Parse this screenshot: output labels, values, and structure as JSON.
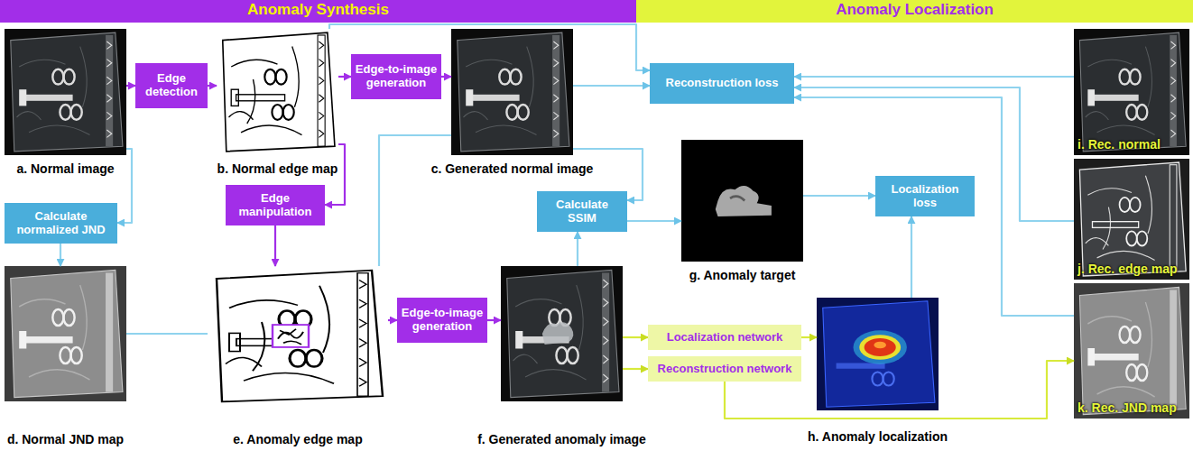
{
  "diagram": {
    "nodes": [
      {
        "text": [
          "Anomaly Synthesis"
        ]
      },
      {
        "text": [
          "Anomaly Localization"
        ]
      },
      {
        "text": [
          "a. Normal image"
        ]
      },
      {
        "text": [
          "Edge detection"
        ]
      },
      {
        "text": [
          "b. Normal edge map"
        ]
      },
      {
        "text": [
          "Edge-to-image generation"
        ]
      },
      {
        "text": [
          "c. Generated normal image"
        ]
      },
      {
        "text": [
          "Reconstruction loss"
        ]
      },
      {
        "text": [
          "i. Rec. normal"
        ]
      },
      {
        "text": [
          "Calculate normalized JND"
        ]
      },
      {
        "text": [
          "Edge manipulation"
        ]
      },
      {
        "text": [
          "Calculate SSIM"
        ]
      },
      {
        "text": [
          "g. Anomaly target"
        ]
      },
      {
        "text": [
          "Localization loss"
        ]
      },
      {
        "text": [
          "j. Rec. edge map"
        ]
      },
      {
        "text": [
          "d. Normal JND map"
        ]
      },
      {
        "text": [
          "e. Anomaly edge map"
        ]
      },
      {
        "text": [
          "Edge-to-image generation"
        ]
      },
      {
        "text": [
          "f. Generated anomaly image"
        ]
      },
      {
        "text": [
          "Localization network"
        ]
      },
      {
        "text": [
          "Reconstruction network"
        ]
      },
      {
        "text": [
          "h. Anomaly localization"
        ]
      },
      {
        "text": [
          "k. Rec. JND map"
        ]
      }
    ],
    "edges": [
      {
        "from": 2,
        "to": 3,
        "arrow": "to"
      },
      {
        "from": 3,
        "to": 4,
        "arrow": "to"
      },
      {
        "from": 4,
        "to": 5,
        "arrow": "to"
      },
      {
        "from": 5,
        "to": 6,
        "arrow": "to"
      },
      {
        "from": 4,
        "to": 10,
        "arrow": "to"
      },
      {
        "from": 10,
        "to": 16,
        "arrow": "to"
      },
      {
        "from": 16,
        "to": 17,
        "arrow": "to"
      },
      {
        "from": 17,
        "to": 18,
        "arrow": "to"
      },
      {
        "from": 2,
        "to": 9,
        "arrow": "to"
      },
      {
        "from": 9,
        "to": 15,
        "arrow": "to"
      },
      {
        "from": 15,
        "to": 16,
        "arrow": "none"
      },
      {
        "from": 16,
        "to": 6,
        "arrow": "none"
      },
      {
        "from": 4,
        "to": 7,
        "arrow": "to"
      },
      {
        "from": 6,
        "to": 7,
        "arrow": "to"
      },
      {
        "from": 8,
        "to": 7,
        "arrow": "to"
      },
      {
        "from": 14,
        "to": 7,
        "arrow": "to"
      },
      {
        "from": 22,
        "to": 7,
        "arrow": "to"
      },
      {
        "from": 6,
        "to": 11,
        "arrow": "to"
      },
      {
        "from": 18,
        "to": 11,
        "arrow": "to"
      },
      {
        "from": 11,
        "to": 12,
        "arrow": "to"
      },
      {
        "from": 12,
        "to": 13,
        "arrow": "to"
      },
      {
        "from": 21,
        "to": 13,
        "arrow": "to"
      },
      {
        "from": 18,
        "to": 19,
        "arrow": "to"
      },
      {
        "from": 18,
        "to": 20,
        "arrow": "to"
      },
      {
        "from": 19,
        "to": 21,
        "arrow": "to"
      },
      {
        "from": 20,
        "to": 22,
        "arrow": "to"
      }
    ]
  }
}
